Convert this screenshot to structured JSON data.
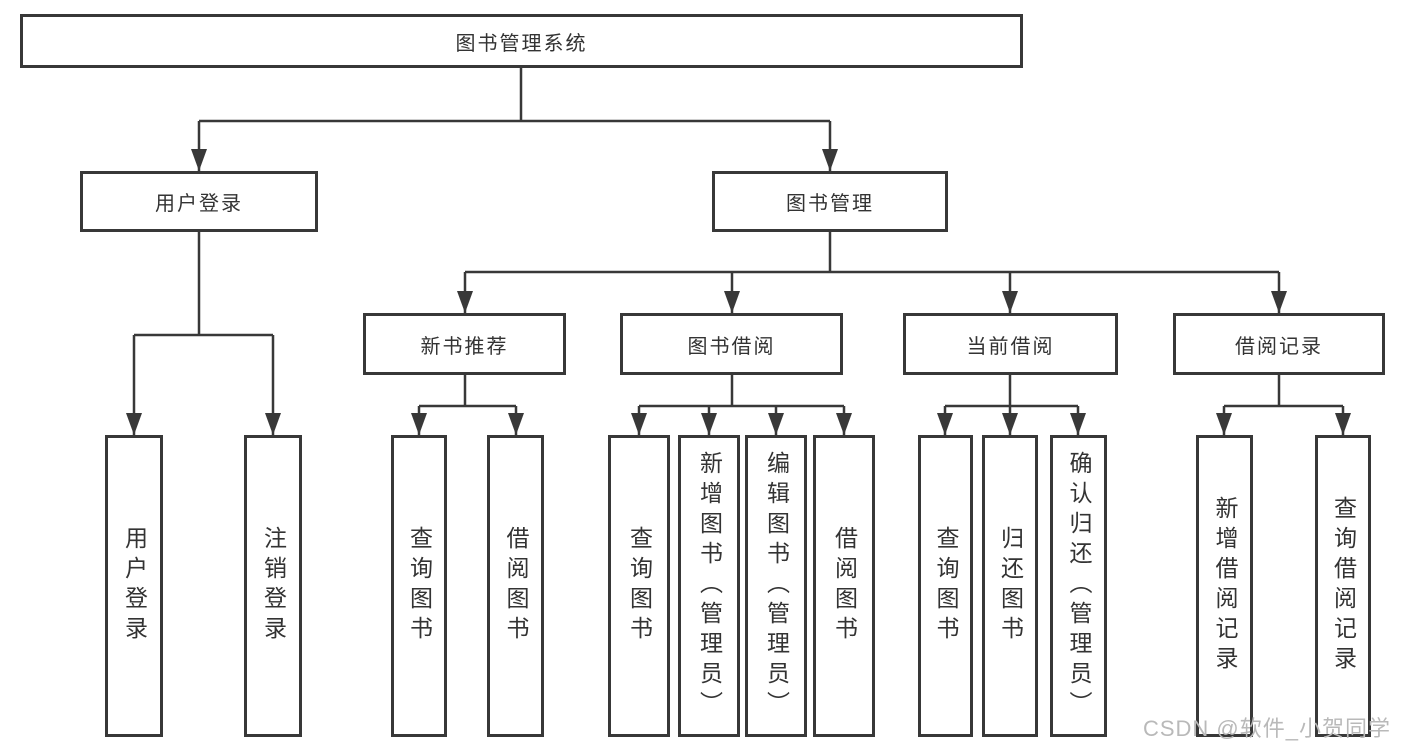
{
  "root": {
    "label": "图书管理系统"
  },
  "level2": [
    {
      "label": "用户登录"
    },
    {
      "label": "图书管理"
    }
  ],
  "level3": [
    {
      "label": "新书推荐",
      "parent": "图书管理"
    },
    {
      "label": "图书借阅",
      "parent": "图书管理"
    },
    {
      "label": "当前借阅",
      "parent": "图书管理"
    },
    {
      "label": "借阅记录",
      "parent": "图书管理"
    }
  ],
  "leaves": [
    {
      "label": "用户登录",
      "parent": "用户登录"
    },
    {
      "label": "注销登录",
      "parent": "用户登录"
    },
    {
      "label": "查询图书",
      "parent": "新书推荐"
    },
    {
      "label": "借阅图书",
      "parent": "新书推荐"
    },
    {
      "label": "查询图书",
      "parent": "图书借阅"
    },
    {
      "label": "新增图书（管理员）",
      "parent": "图书借阅"
    },
    {
      "label": "编辑图书（管理员）",
      "parent": "图书借阅"
    },
    {
      "label": "借阅图书",
      "parent": "图书借阅"
    },
    {
      "label": "查询图书",
      "parent": "当前借阅"
    },
    {
      "label": "归还图书",
      "parent": "当前借阅"
    },
    {
      "label": "确认归还（管理员）",
      "parent": "当前借阅"
    },
    {
      "label": "新增借阅记录",
      "parent": "借阅记录"
    },
    {
      "label": "查询借阅记录",
      "parent": "借阅记录"
    }
  ],
  "watermark": {
    "text": "CSDN @软件_小贺同学"
  },
  "colors": {
    "line": "#383838",
    "border": "#383838",
    "text": "#333333",
    "box_bg": "#ffffff",
    "watermark": "#b9b9b9"
  }
}
